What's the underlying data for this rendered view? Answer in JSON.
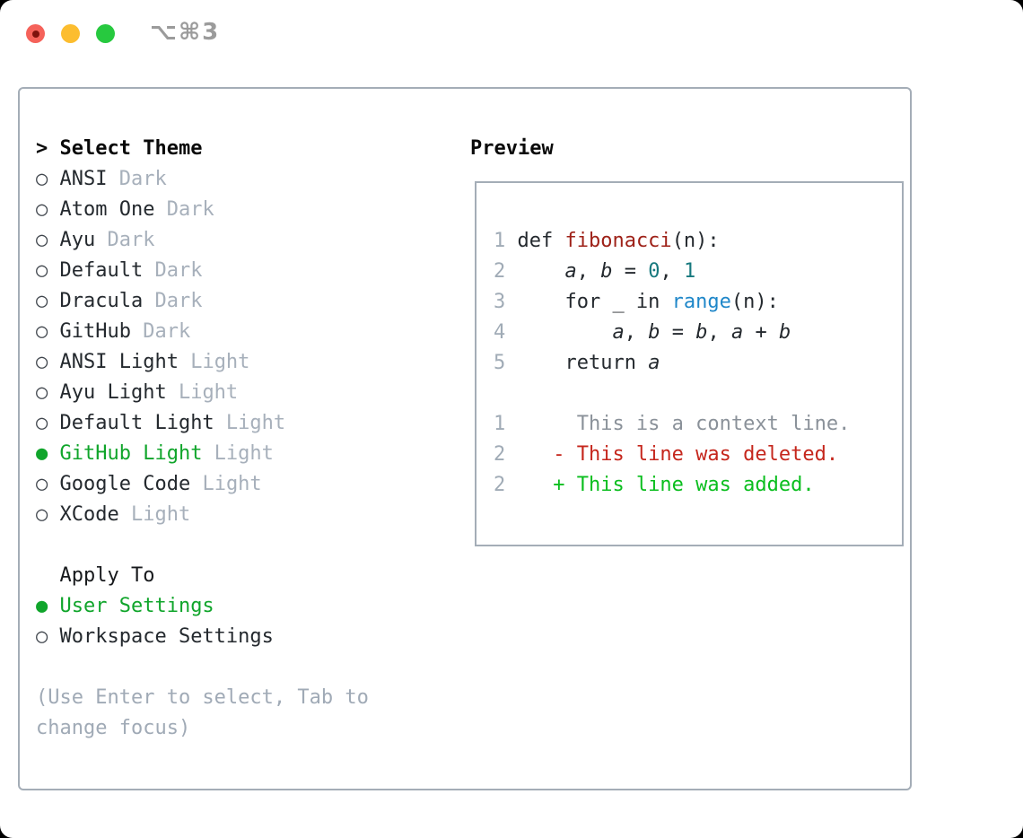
{
  "titlebar": {
    "shortcut": "⌥⌘3"
  },
  "theme_picker": {
    "prompt": ">",
    "title": "Select Theme",
    "radio_selected": "●",
    "radio_unselected": "○",
    "items": [
      {
        "label": "ANSI",
        "tag": "Dark",
        "selected": false
      },
      {
        "label": "Atom One",
        "tag": "Dark",
        "selected": false
      },
      {
        "label": "Ayu",
        "tag": "Dark",
        "selected": false
      },
      {
        "label": "Default",
        "tag": "Dark",
        "selected": false
      },
      {
        "label": "Dracula",
        "tag": "Dark",
        "selected": false
      },
      {
        "label": "GitHub",
        "tag": "Dark",
        "selected": false
      },
      {
        "label": "ANSI Light",
        "tag": "Light",
        "selected": false
      },
      {
        "label": "Ayu Light",
        "tag": "Light",
        "selected": false
      },
      {
        "label": "Default Light",
        "tag": "Light",
        "selected": false
      },
      {
        "label": "GitHub Light",
        "tag": "Light",
        "selected": true
      },
      {
        "label": "Google Code",
        "tag": "Light",
        "selected": false
      },
      {
        "label": "XCode",
        "tag": "Light",
        "selected": false
      }
    ]
  },
  "apply_to": {
    "title": "Apply To",
    "options": [
      {
        "label": "User Settings",
        "selected": true
      },
      {
        "label": "Workspace Settings",
        "selected": false
      }
    ]
  },
  "hint": "(Use Enter to select, Tab to change focus)",
  "preview": {
    "title": "Preview",
    "lines": [
      {
        "num": "1",
        "kind": "code",
        "tokens": [
          {
            "t": "def ",
            "s": "plain"
          },
          {
            "t": "fibonacci",
            "s": "func"
          },
          {
            "t": "(n):",
            "s": "plain"
          }
        ]
      },
      {
        "num": "2",
        "kind": "code",
        "tokens": [
          {
            "t": "    ",
            "s": "plain"
          },
          {
            "t": "a",
            "s": "var"
          },
          {
            "t": ", ",
            "s": "plain"
          },
          {
            "t": "b",
            "s": "var"
          },
          {
            "t": " = ",
            "s": "plain"
          },
          {
            "t": "0",
            "s": "num"
          },
          {
            "t": ", ",
            "s": "plain"
          },
          {
            "t": "1",
            "s": "num"
          }
        ]
      },
      {
        "num": "3",
        "kind": "code",
        "tokens": [
          {
            "t": "    for _ in ",
            "s": "plain"
          },
          {
            "t": "range",
            "s": "builtin"
          },
          {
            "t": "(n):",
            "s": "plain"
          }
        ]
      },
      {
        "num": "4",
        "kind": "code",
        "tokens": [
          {
            "t": "        ",
            "s": "plain"
          },
          {
            "t": "a",
            "s": "var"
          },
          {
            "t": ", ",
            "s": "plain"
          },
          {
            "t": "b",
            "s": "var"
          },
          {
            "t": " = ",
            "s": "plain"
          },
          {
            "t": "b",
            "s": "var"
          },
          {
            "t": ", ",
            "s": "plain"
          },
          {
            "t": "a",
            "s": "var"
          },
          {
            "t": " + ",
            "s": "plain"
          },
          {
            "t": "b",
            "s": "var"
          }
        ]
      },
      {
        "num": "5",
        "kind": "code",
        "tokens": [
          {
            "t": "    return ",
            "s": "plain"
          },
          {
            "t": "a",
            "s": "var"
          }
        ]
      },
      {
        "num": "",
        "kind": "blank",
        "tokens": []
      },
      {
        "num": "1",
        "kind": "diff-context",
        "tokens": [
          {
            "t": "     This is a context line.",
            "s": "context"
          }
        ]
      },
      {
        "num": "2",
        "kind": "diff-deleted",
        "tokens": [
          {
            "t": "   - This line was deleted.",
            "s": "deleted"
          }
        ]
      },
      {
        "num": "2",
        "kind": "diff-added",
        "tokens": [
          {
            "t": "   + This line was added.",
            "s": "added"
          }
        ]
      }
    ]
  },
  "colors": {
    "window_bg": "#ffffff",
    "border": "#a4adb7",
    "text": "#24292e",
    "tag": "#a7b0bb",
    "hint": "#a0aab6",
    "bullet": "#40464d",
    "green": "#10a52b",
    "linenum": "#a0abb6",
    "func": "#9e2118",
    "numlit": "#17797e",
    "builtin": "#1f87c9",
    "context": "#8a9199",
    "deleted": "#c5261c",
    "added": "#0abe1e",
    "light_red": "#f5625a",
    "light_yellow": "#fcbd2f",
    "light_green": "#27c93f",
    "shortcut": "#9b9b9b"
  }
}
